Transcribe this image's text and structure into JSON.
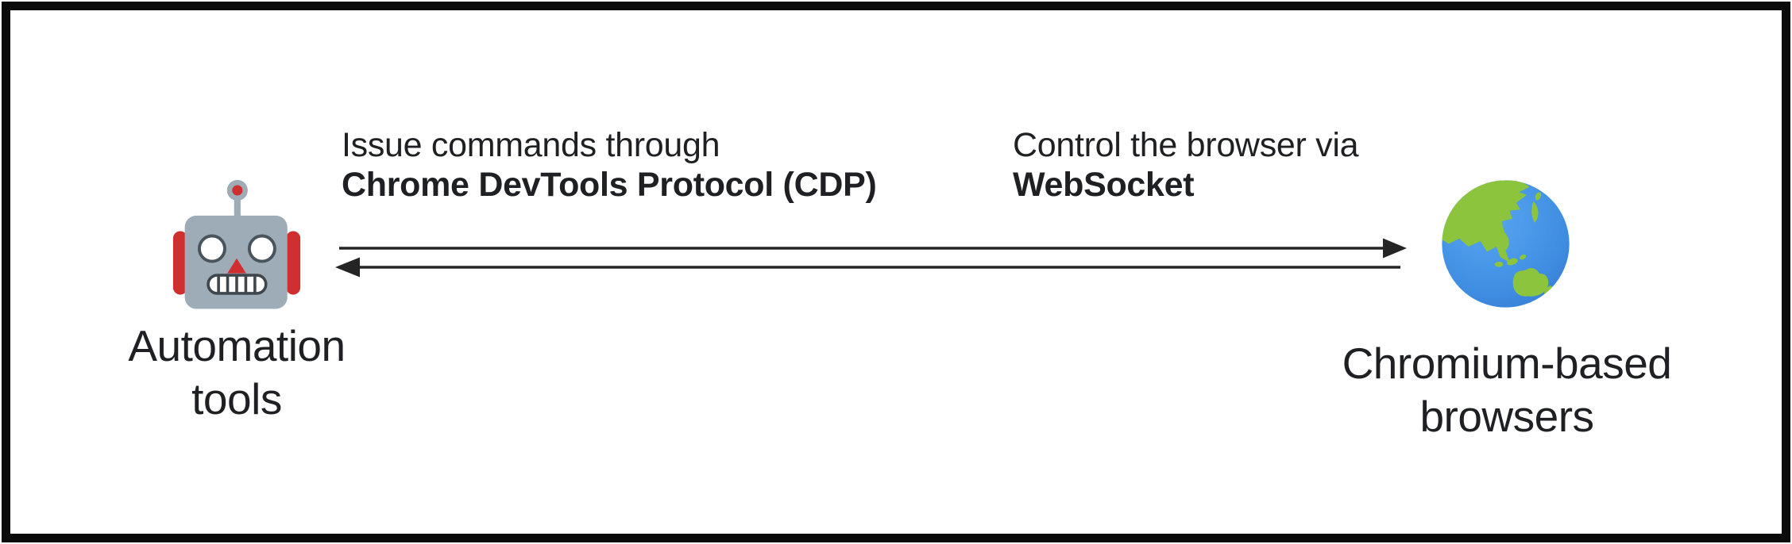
{
  "diagram": {
    "left_node": {
      "icon": "robot-emoji",
      "label_line1": "Automation",
      "label_line2": "tools"
    },
    "right_node": {
      "icon": "globe-asia-australia-emoji",
      "label_line1": "Chromium-based",
      "label_line2": "browsers"
    },
    "forward_edge": {
      "direction": "left-to-right",
      "description": "Issue commands through",
      "description_bold": "Chrome DevTools Protocol (CDP)"
    },
    "reverse_edge": {
      "direction": "right-to-left",
      "description": "Control the browser via",
      "description_bold": "WebSocket"
    }
  },
  "colors": {
    "frame_border": "#0a0a0a",
    "text": "#1f2023",
    "arrow": "#242424",
    "robot_body_gray": "#9eacb7",
    "robot_accent_red": "#d02f30",
    "globe_ocean_blue": "#3f8de2",
    "globe_land_green": "#8cc43e"
  }
}
